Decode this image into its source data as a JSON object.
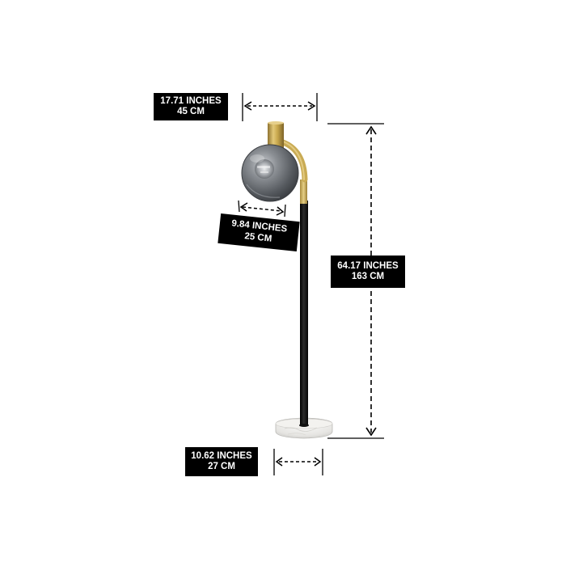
{
  "dimensions": {
    "lamp_width": {
      "imperial": "17.71 INCHES",
      "metric": "45 CM"
    },
    "globe_diameter": {
      "imperial": "9.84 INCHES",
      "metric": "25 CM"
    },
    "total_height": {
      "imperial": "64.17 INCHES",
      "metric": "163 CM"
    },
    "base_diameter": {
      "imperial": "10.62 INCHES",
      "metric": "27 CM"
    }
  },
  "colors": {
    "background": "#ffffff",
    "label_background": "#000000",
    "label_text": "#ffffff",
    "pole": "#111111",
    "brass": "#c9a94e",
    "globe": "#6f7378",
    "marble": "#e7e6e3"
  }
}
